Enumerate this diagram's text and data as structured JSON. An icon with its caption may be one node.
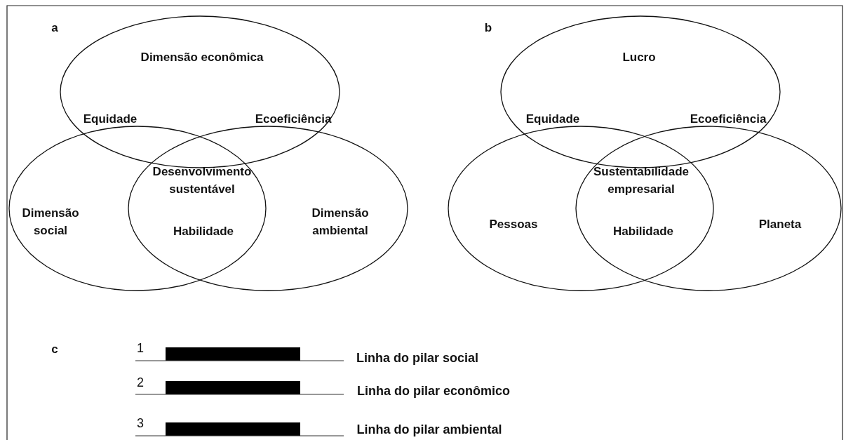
{
  "diagram": {
    "nodes": [
      {
        "text": [
          "Dimensão econômica"
        ]
      },
      {
        "text": [
          "Dimensão social"
        ]
      },
      {
        "text": [
          "Dimensão ambiental"
        ]
      },
      {
        "text": [
          "Lucro"
        ]
      },
      {
        "text": [
          "Pessoas"
        ]
      },
      {
        "text": [
          "Planeta"
        ]
      }
    ],
    "edges": [],
    "labels": [
      "a",
      "Equidade",
      "Ecoeficiência",
      "Desenvolvimento sustentável",
      "Habilidade",
      "b",
      "Equidade",
      "Ecoeficiência",
      "Sustentabilidade empresarial",
      "Habilidade",
      "c",
      "1",
      "Linha do pilar social",
      "2",
      "Linha do pilar econômico",
      "3",
      "Linha do pilar ambiental"
    ]
  }
}
